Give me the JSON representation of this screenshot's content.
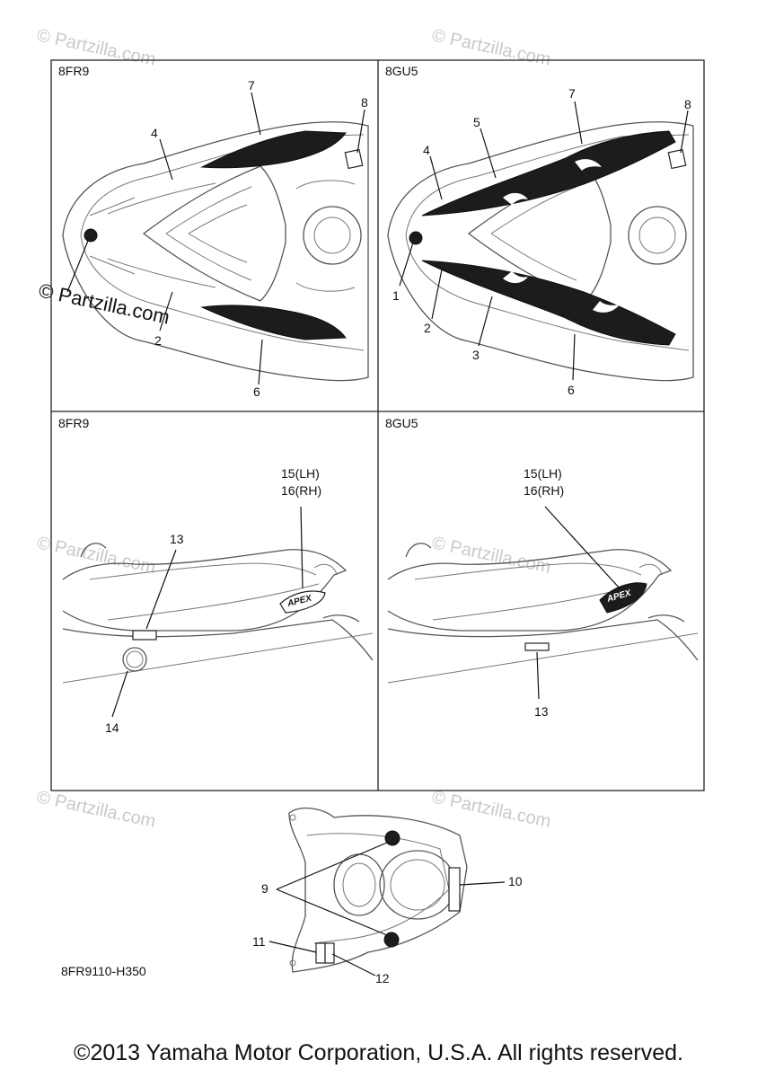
{
  "watermark": "© Partzilla.com",
  "watermark_main": "© Partzilla.com",
  "panels": {
    "top_left": {
      "code": "8FR9"
    },
    "top_right": {
      "code": "8GU5"
    },
    "mid_left": {
      "code": "8FR9"
    },
    "mid_right": {
      "code": "8GU5"
    }
  },
  "callouts": {
    "tl": [
      "7",
      "8",
      "4",
      "2",
      "6"
    ],
    "tr": [
      "7",
      "8",
      "5",
      "4",
      "1",
      "2",
      "3",
      "6"
    ],
    "ml": [
      "15(LH)",
      "16(RH)",
      "13",
      "14"
    ],
    "mr": [
      "15(LH)",
      "16(RH)",
      "13"
    ],
    "bottom": [
      "9",
      "10",
      "11",
      "12"
    ]
  },
  "decal_text": "APEX",
  "part_number": "8FR9110-H350",
  "copyright": "©2013 Yamaha Motor Corporation, U.S.A. All rights reserved."
}
